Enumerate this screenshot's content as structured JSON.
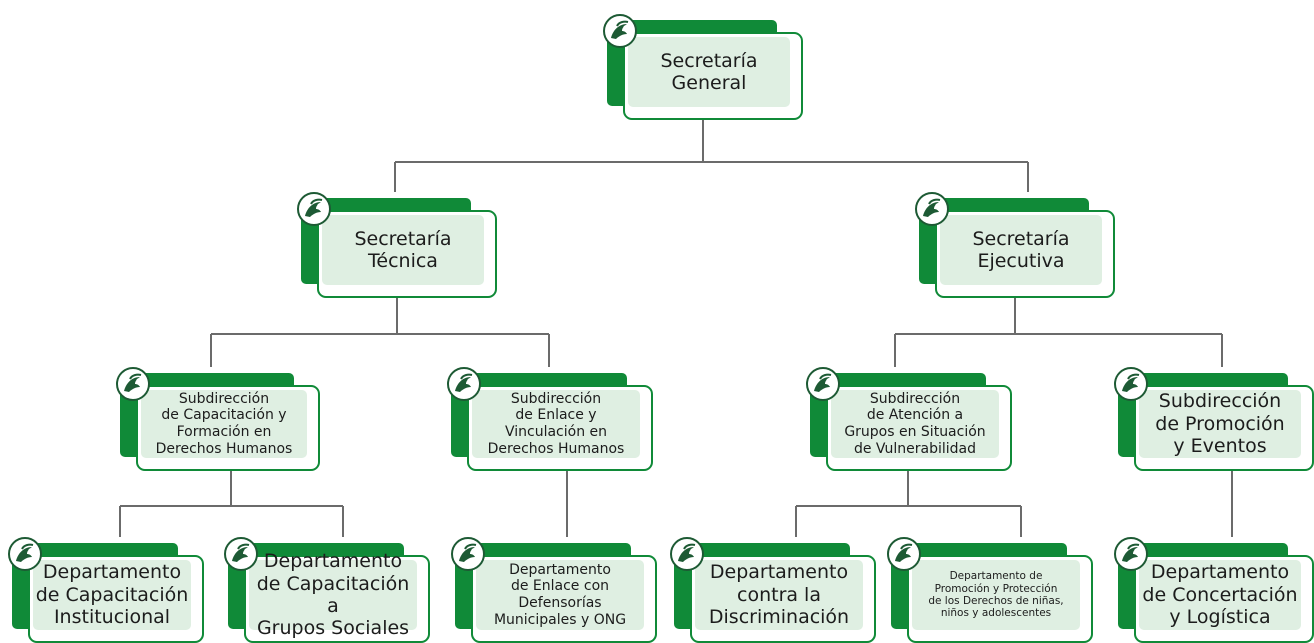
{
  "colors": {
    "primary": "#108a38",
    "fill": "#dfefe2",
    "line": "#6b6b6b",
    "logo": "#1d5a34"
  },
  "icon": "bird-logo-icon",
  "nodes": {
    "secretaria_general": {
      "label": "Secretaría\nGeneral"
    },
    "secretaria_tecnica": {
      "label": "Secretaría\nTécnica"
    },
    "secretaria_ejecutiva": {
      "label": "Secretaría\nEjecutiva"
    },
    "sub_capacitacion": {
      "label": "Subdirección\nde Capacitación y\nFormación en\nDerechos Humanos"
    },
    "sub_enlace": {
      "label": "Subdirección\nde Enlace y\nVinculación en\nDerechos Humanos"
    },
    "sub_atencion": {
      "label": "Subdirección\nde Atención a\nGrupos en Situación\nde Vulnerabilidad"
    },
    "sub_promocion": {
      "label": "Subdirección\nde Promoción\ny Eventos"
    },
    "depto_capacitacion_institucional": {
      "label": "Departamento\nde Capacitación\nInstitucional"
    },
    "depto_capacitacion_grupos": {
      "label": "Departamento\nde Capacitación a\nGrupos Sociales"
    },
    "depto_enlace_defensorias": {
      "label": "Departamento\nde Enlace con\nDefensorías\nMunicipales y ONG"
    },
    "depto_discriminacion": {
      "label": "Departamento\ncontra la\nDiscriminación"
    },
    "depto_promocion_ninas": {
      "label": "Departamento de\nPromoción y Protección\nde los Derechos de niñas,\nniños y adolescentes"
    },
    "depto_concertacion": {
      "label": "Departamento\nde Concertación\ny Logística"
    }
  }
}
